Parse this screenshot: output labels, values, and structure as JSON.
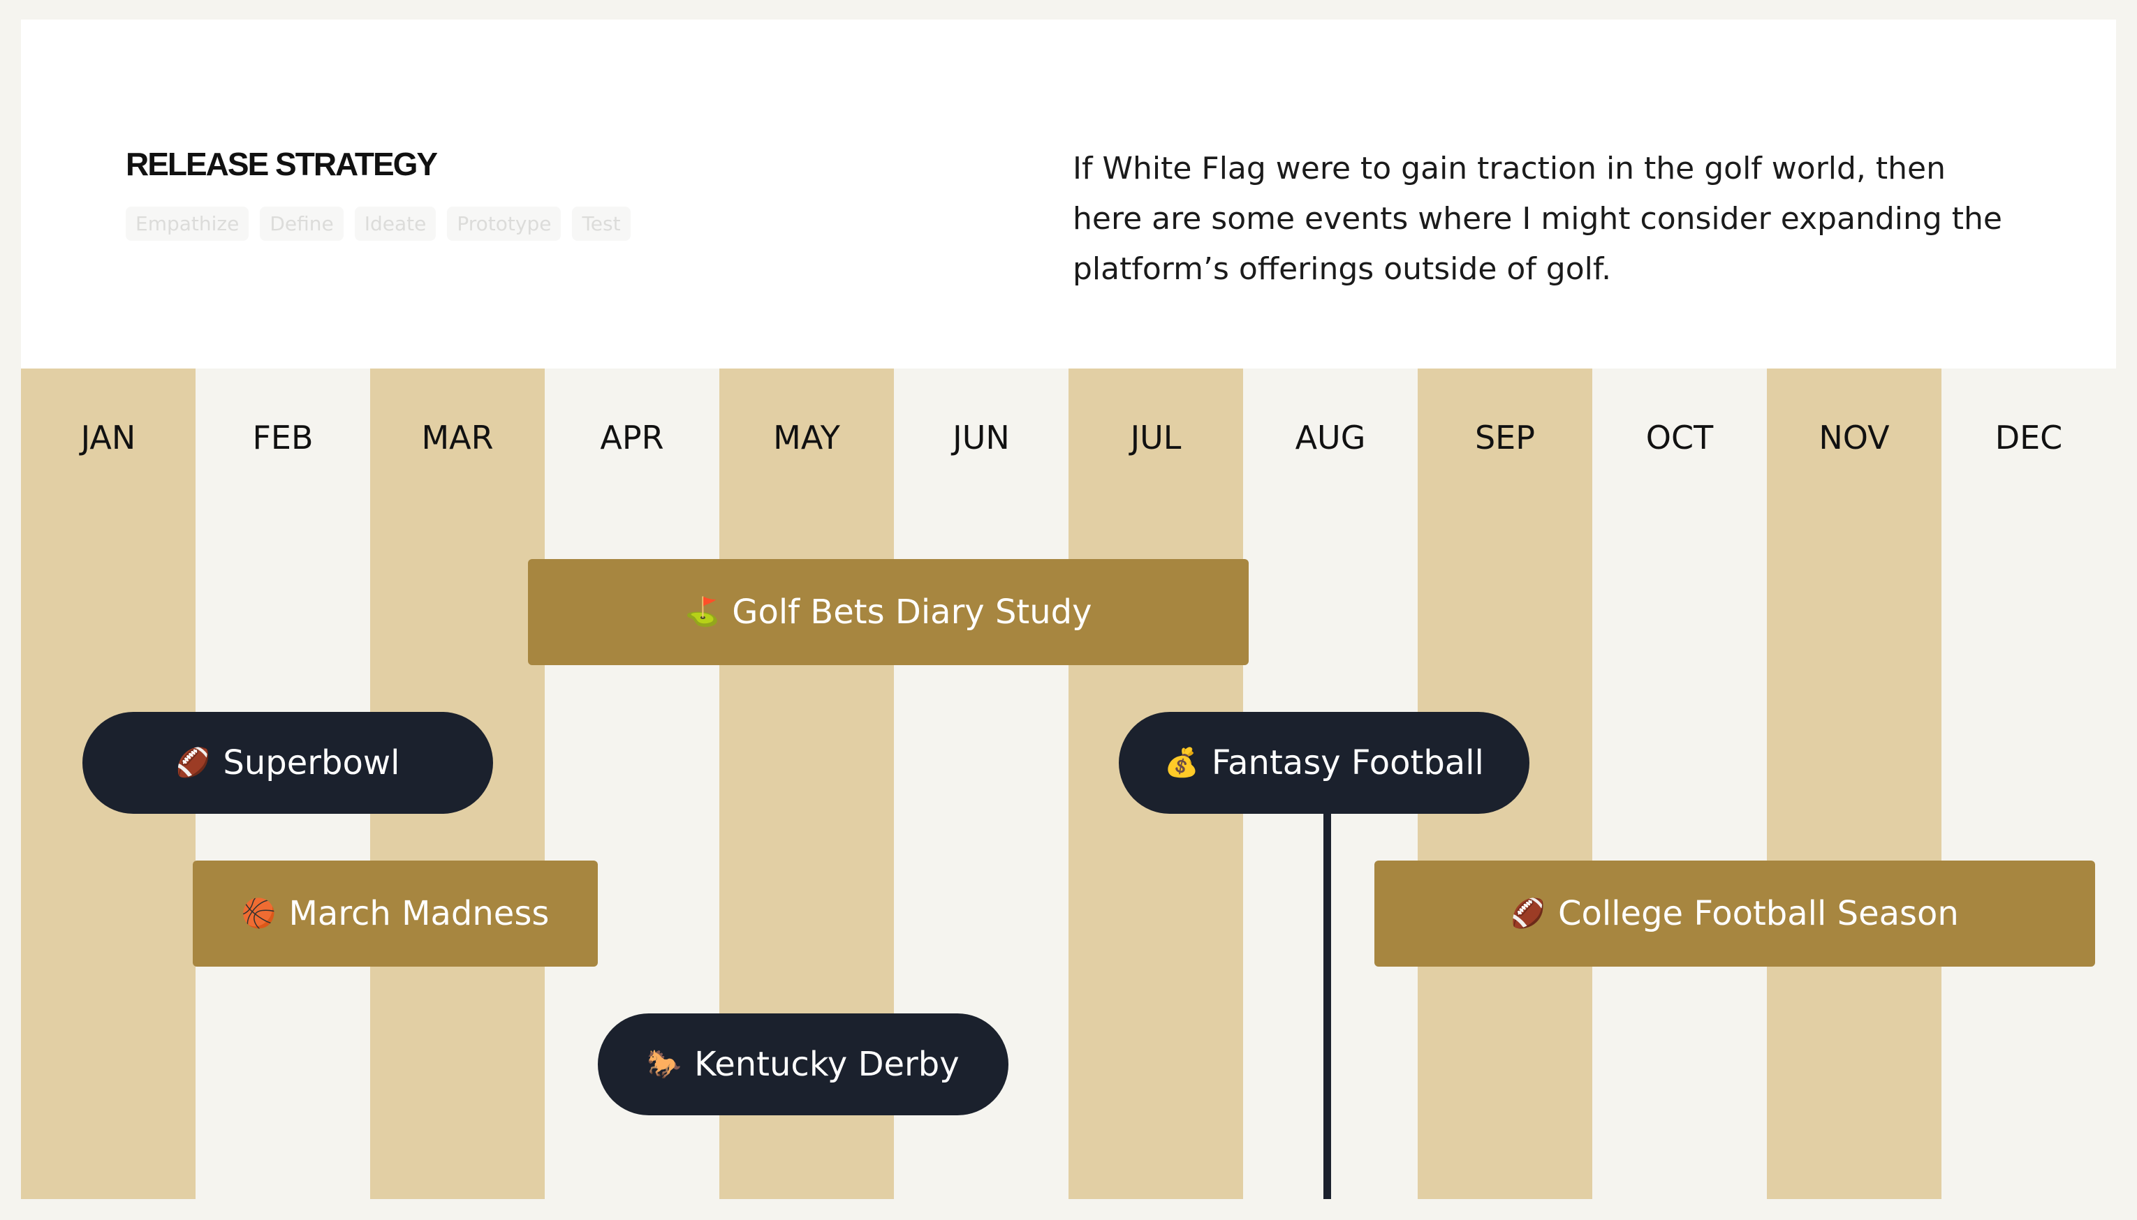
{
  "header": {
    "title": "RELEASE STRATEGY",
    "tags": [
      "Empathize",
      "Define",
      "Ideate",
      "Prototype",
      "Test"
    ],
    "description": "If White Flag were to gain traction in the golf world, then here are some events where I might consider expanding the platform’s offerings outside of golf."
  },
  "timeline": {
    "months": [
      "JAN",
      "FEB",
      "MAR",
      "APR",
      "MAY",
      "JUN",
      "JUL",
      "AUG",
      "SEP",
      "OCT",
      "NOV",
      "DEC"
    ],
    "events": {
      "golf_bets": {
        "emoji": "⛳",
        "label": "Golf Bets Diary Study"
      },
      "superbowl": {
        "emoji": "🏈",
        "label": "Superbowl"
      },
      "fantasy_football": {
        "emoji": "💰",
        "label": "Fantasy Football"
      },
      "march_madness": {
        "emoji": "🏀",
        "label": "March Madness"
      },
      "college_football": {
        "emoji": "🏈",
        "label": "College Football Season"
      },
      "kentucky_derby": {
        "emoji": "🐎",
        "label": "Kentucky Derby"
      }
    }
  },
  "colors": {
    "shaded_month": "#e2cfa4",
    "light_month": "#f5f4ef",
    "gold_bar": "#a78640",
    "navy_pill": "#1b212d"
  }
}
